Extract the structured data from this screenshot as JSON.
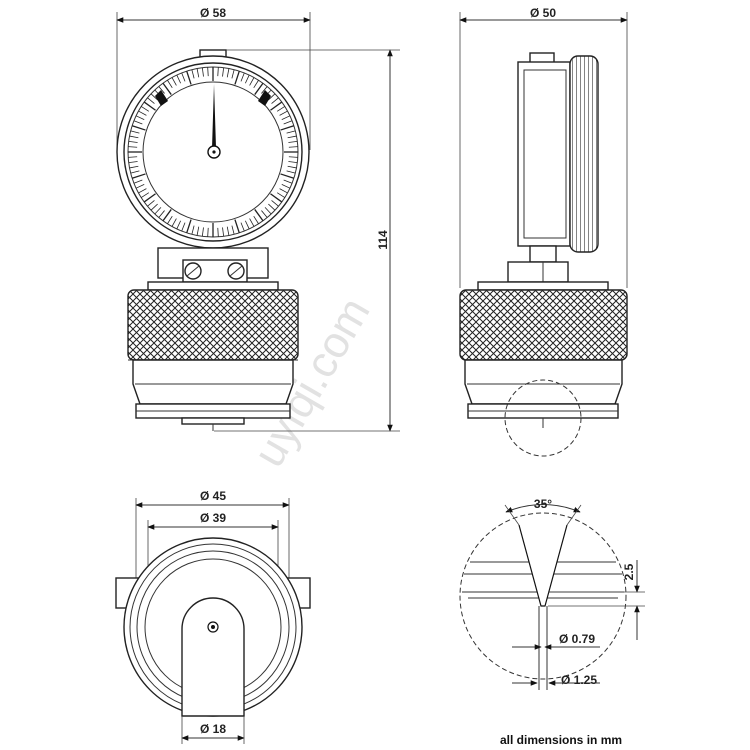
{
  "dimensions": {
    "front_diameter": "Ø 58",
    "side_diameter": "Ø 50",
    "total_height": "114",
    "base_outer_diameter": "Ø 45",
    "base_inner_diameter": "Ø 39",
    "indenter_holder_diameter": "Ø 18",
    "cone_angle": "35°",
    "tip_height": "2.5",
    "tip_diameter_small": "Ø 0.79",
    "tip_diameter_large": "Ø 1.25"
  },
  "footnote": "all dimensions in mm",
  "watermark": "uyiqi.com"
}
